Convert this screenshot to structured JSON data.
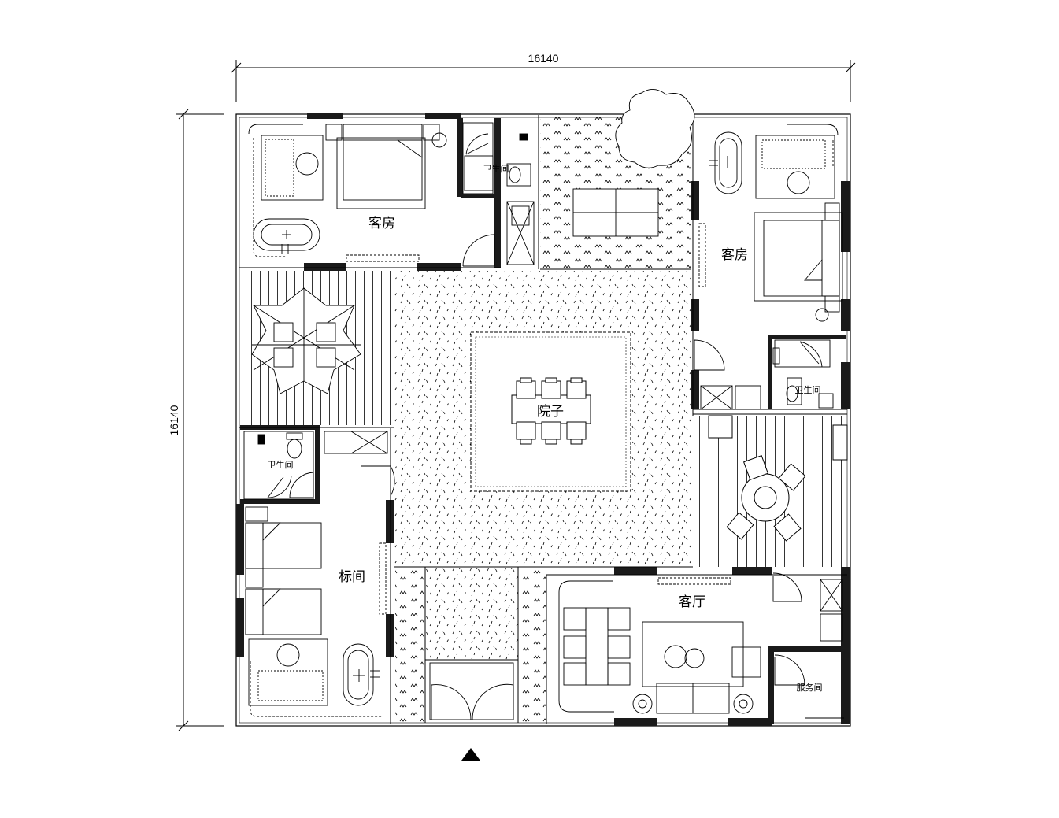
{
  "dimensions": {
    "width": "16140",
    "height": "16140"
  },
  "rooms": {
    "guest_room_nw": "客房",
    "bath_nw": "卫生间",
    "guest_room_ne": "客房",
    "bath_ne": "卫生间",
    "courtyard": "院子",
    "bath_w": "卫生间",
    "twin_room": "标间",
    "living_room": "客厅",
    "service_room": "服务间"
  },
  "colors": {
    "line": "#000000",
    "wall": "#1a1a1a",
    "background": "#ffffff"
  },
  "icons": {
    "entrance": "entrance-arrow-icon"
  }
}
